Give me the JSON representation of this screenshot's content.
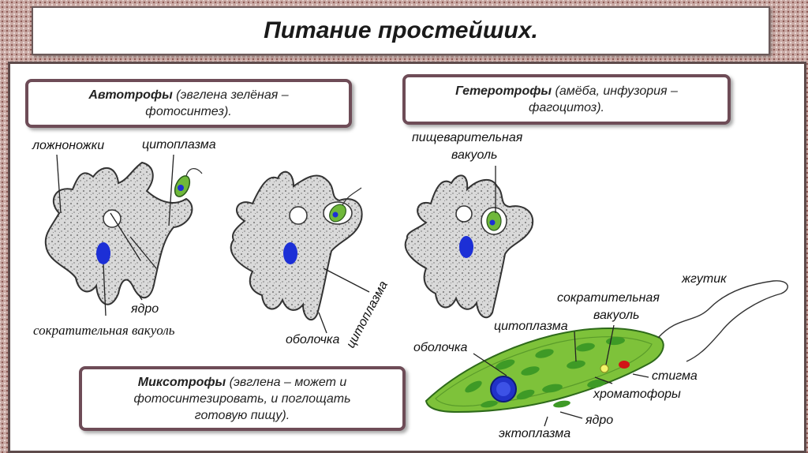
{
  "title": "Питание простейших.",
  "boxes": {
    "autotrophs": {
      "term": "Автотрофы",
      "rest": " (эвглена зелёная –",
      "line2": "фотосинтез)."
    },
    "heterotrophs": {
      "term": "Гетеротрофы",
      "rest": " (амёба, инфузория –",
      "line2": "фагоцитоз)."
    },
    "mixotrophs": {
      "term": "Миксотрофы",
      "rest": " (эвглена – может и",
      "line2": "фотосинтезировать, и поглощать",
      "line3": "готовую пищу)."
    }
  },
  "labels": {
    "pseudopods": "ложноножки",
    "cytoplasm1": "цитоплазма",
    "nucleus1": "ядро",
    "contractile_vacuole1": "сократительная вакуоль",
    "membrane1": "оболочка",
    "cytoplasm_rotated": "цитоплазма",
    "digestive_vacuole_1": "пищеварительная",
    "digestive_vacuole_2": "вакуоль",
    "flagellum": "жгутик",
    "contractile_vacuole2_1": "сократительная",
    "contractile_vacuole2_2": "вакуоль",
    "cytoplasm2": "цитоплазма",
    "membrane2": "оболочка",
    "stigma": "стигма",
    "chromatophores": "хроматофоры",
    "nucleus2": "ядро",
    "ectoplasm": "эктоплазма"
  },
  "colors": {
    "amoeba_fill": "#d9d9d9",
    "nucleus": "#1c2fd6",
    "euglena_body": "#7ec23a",
    "chromatophore": "#3e9a26",
    "stigma": "#d01616",
    "box_border": "#6e4c57"
  }
}
